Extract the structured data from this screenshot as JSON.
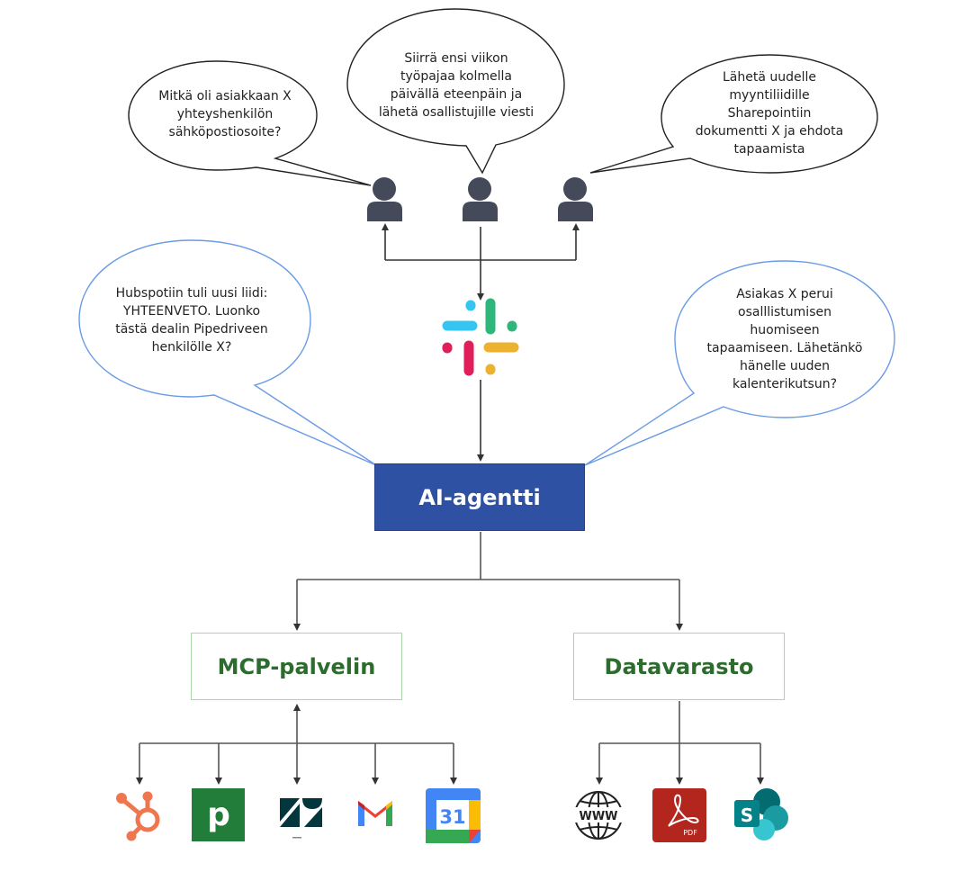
{
  "bubbles": {
    "user1": "Mitkä oli asiakkaan X\nyhteyshenkilön\nsähköpostiosoite?",
    "user2": "Siirrä ensi viikon\ntyöpajaa kolmella\npäivällä eteenpäin ja\nlähetä osallistujille viesti",
    "user3": "Lähetä uudelle\nmyyntiliidille\nSharepointiin\ndokumentti X ja ehdota\ntapaamista",
    "agent_left": "Hubspotiin tuli uusi liidi:\nYHTEENVETO. Luonko\ntästä dealin Pipedriveen\nhenkilölle X?",
    "agent_right": "Asiakas X perui\nosalllistumisen\nhuomiseen\ntapaamiseen. Lähetänkö\nhänelle uuden\nkalenterikutsun?"
  },
  "nodes": {
    "agent": "AI-agentti",
    "mcp": "MCP-palvelin",
    "datastore": "Datavarasto"
  },
  "icons": {
    "slack": "slack-icon",
    "hubspot": "hubspot-icon",
    "pipedrive": "pipedrive-icon",
    "zendesk": "zendesk-icon",
    "gmail": "gmail-icon",
    "calendar": "google-calendar-icon",
    "www": "www-globe-icon",
    "pdf": "pdf-icon",
    "sharepoint": "sharepoint-icon"
  },
  "labels": {
    "calendar_day": "31",
    "www": "WWW",
    "pdf": "PDF",
    "sharepoint": "S",
    "pipedrive": "p"
  },
  "colors": {
    "agent_fill": "#2f51a3",
    "node_text": "#2e6b2e",
    "node_border": "#a8d8a8",
    "bubble_blue": "#6a9be6",
    "pipedrive": "#237d3a",
    "hubspot": "#f07650",
    "pdf": "#b3261e",
    "sharepoint": "#0b6a68"
  }
}
